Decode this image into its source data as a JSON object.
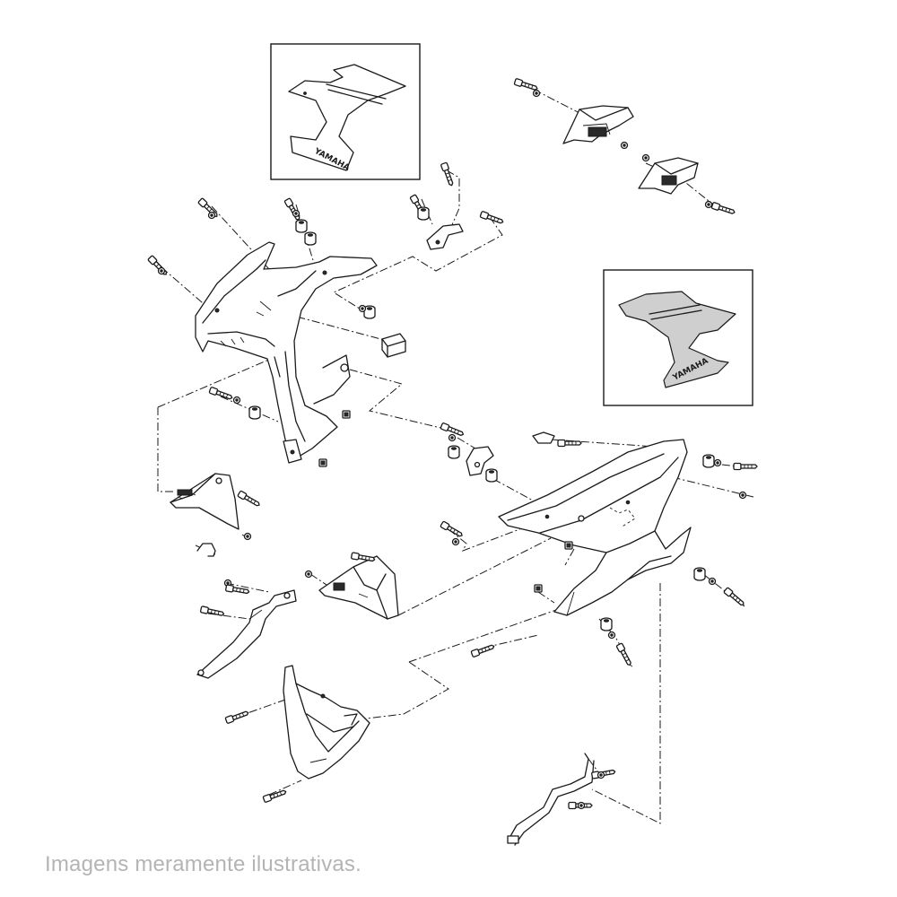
{
  "disclaimer": "Imagens meramente ilustrativas.",
  "inset_top_brand": "YAMAHA",
  "inset_right_brand": "YAMAHA",
  "colors": {
    "line": "#1a1a1a",
    "background": "#ffffff",
    "inset_fill": "#cfcfcf",
    "disclaimer": "#b4b4b4"
  }
}
